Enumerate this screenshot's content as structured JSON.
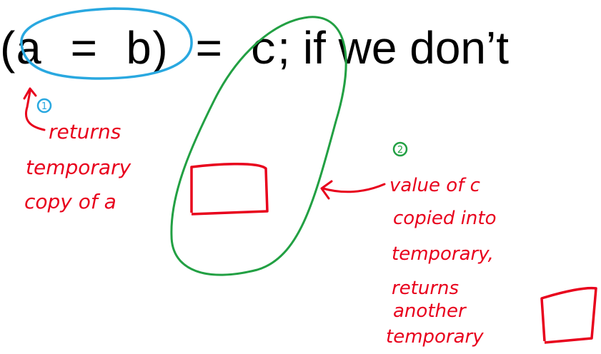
{
  "code": {
    "open_paren": "(",
    "a": "a",
    "assign1": "=",
    "b": "b",
    "close_paren": ")",
    "assign2": "=",
    "c": "c",
    "semicolon": ";",
    "trailing_text": " if we don’t"
  },
  "annotations": {
    "step1": {
      "number": "1",
      "lines": [
        "returns",
        "temporary",
        "copy of a"
      ]
    },
    "step2": {
      "number": "2",
      "lines": [
        "value of c",
        "copied into",
        "temporary,",
        "returns",
        "another",
        "temporary"
      ]
    }
  },
  "colors": {
    "text": "#000000",
    "annotation_red": "#e8001c",
    "circle_blue": "#29a8e0",
    "circle_green": "#22a043"
  }
}
